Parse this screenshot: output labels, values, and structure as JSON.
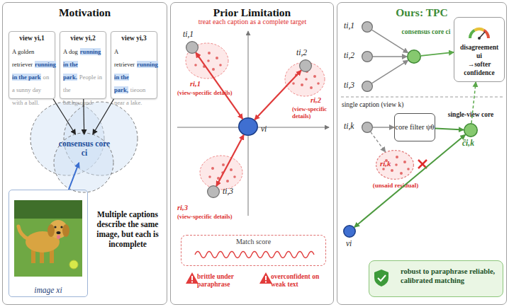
{
  "diagram": {
    "nodes": [
      {
        "text": [
          "Motivation"
        ]
      },
      {
        "text": [
          "view yi,1",
          "A golden retriever",
          "running in the park",
          "on a sunny day with a ball."
        ],
        "in": 0
      },
      {
        "text": [
          "view yi,2",
          "A dog",
          "running in the park.",
          "People in the background."
        ],
        "in": 0
      },
      {
        "text": [
          "view yi,3",
          "A retriever",
          "running in the park,",
          "tieoon near a lake."
        ],
        "in": 0
      },
      {
        "text": [
          "consensus core ci"
        ],
        "in": 0
      },
      {
        "text": [
          "image xi"
        ],
        "in": 0
      },
      {
        "text": [
          "Prior Limitation"
        ]
      },
      {
        "text": [
          "ti,1"
        ],
        "in": 6
      },
      {
        "text": [
          "ti,2"
        ],
        "in": 6
      },
      {
        "text": [
          "ti,3"
        ],
        "in": 6
      },
      {
        "text": [
          "vi"
        ],
        "in": 6
      },
      {
        "text": [
          "Match score"
        ],
        "in": 6
      },
      {
        "text": [
          "Ours: TPC"
        ]
      },
      {
        "text": [
          "ti,1"
        ],
        "in": 12
      },
      {
        "text": [
          "ti,2"
        ],
        "in": 12
      },
      {
        "text": [
          "ti,3"
        ],
        "in": 12
      },
      {
        "text": [
          "consensus core ci"
        ],
        "in": 12
      },
      {
        "text": [
          "disagreement",
          "ui",
          "→softer confidence"
        ],
        "in": 12
      },
      {
        "text": [
          "ti,k"
        ],
        "in": 12
      },
      {
        "text": [
          "core filter ψθ"
        ],
        "in": 12
      },
      {
        "text": [
          "single-view core",
          "ĉi,k"
        ],
        "in": 12
      },
      {
        "text": [
          "ri,k",
          "(unsaid residual)"
        ],
        "in": 12
      },
      {
        "text": [
          "vi"
        ],
        "in": 12
      },
      {
        "text": [
          "robust to paraphrase reliable, calibrated matching"
        ],
        "in": 12
      }
    ],
    "edges": [
      {
        "from": 1,
        "to": 4,
        "arrow": "to"
      },
      {
        "from": 2,
        "to": 4,
        "arrow": "to"
      },
      {
        "from": 3,
        "to": 4,
        "arrow": "to"
      },
      {
        "from": 5,
        "to": 4,
        "arrow": "to"
      },
      {
        "from": 10,
        "to": 7,
        "arrow": "both"
      },
      {
        "from": 10,
        "to": 8,
        "arrow": "both"
      },
      {
        "from": 10,
        "to": 9,
        "arrow": "both"
      },
      {
        "from": 13,
        "to": 16,
        "arrow": "to"
      },
      {
        "from": 14,
        "to": 16,
        "arrow": "to"
      },
      {
        "from": 15,
        "to": 16,
        "arrow": "to"
      },
      {
        "from": 16,
        "to": 17,
        "arrow": "to"
      },
      {
        "from": 18,
        "to": 19,
        "arrow": "to"
      },
      {
        "from": 19,
        "to": 20,
        "arrow": "to"
      },
      {
        "from": 18,
        "to": 21,
        "arrow": "to"
      },
      {
        "from": 20,
        "to": 17,
        "arrow": "to"
      },
      {
        "from": 22,
        "to": 20,
        "arrow": "both"
      }
    ],
    "labels": [
      "Multiple captions describe the same image, but each is incomplete",
      "treat each caption as a complete target",
      "ri,1",
      "(view-specific details)",
      "ri,2",
      "(view-specific details)",
      "ri,3",
      "(view-specific details)",
      "brittle under paraphrase",
      "overconfident on weak text",
      "single caption (view k)"
    ]
  }
}
